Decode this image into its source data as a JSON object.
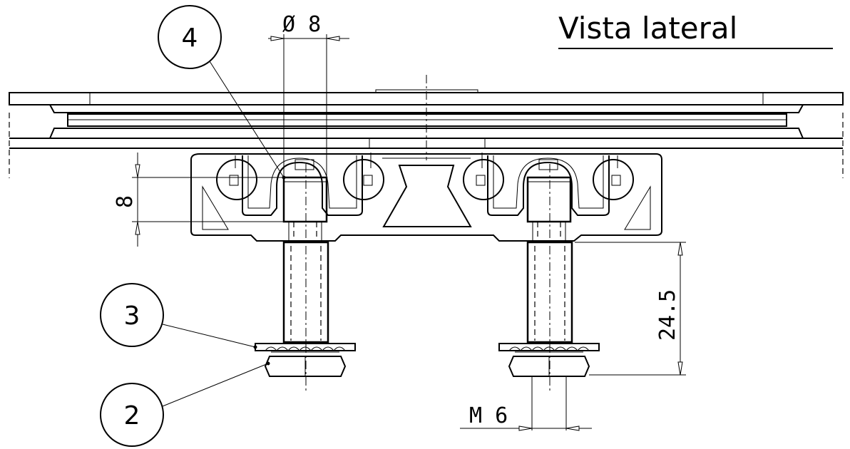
{
  "title": "Vista lateral",
  "dimensions": {
    "diameter": "Ø 8",
    "height_8": "8",
    "length": "24.5",
    "thread": "M 6"
  },
  "callouts": [
    "4",
    "3",
    "2"
  ]
}
